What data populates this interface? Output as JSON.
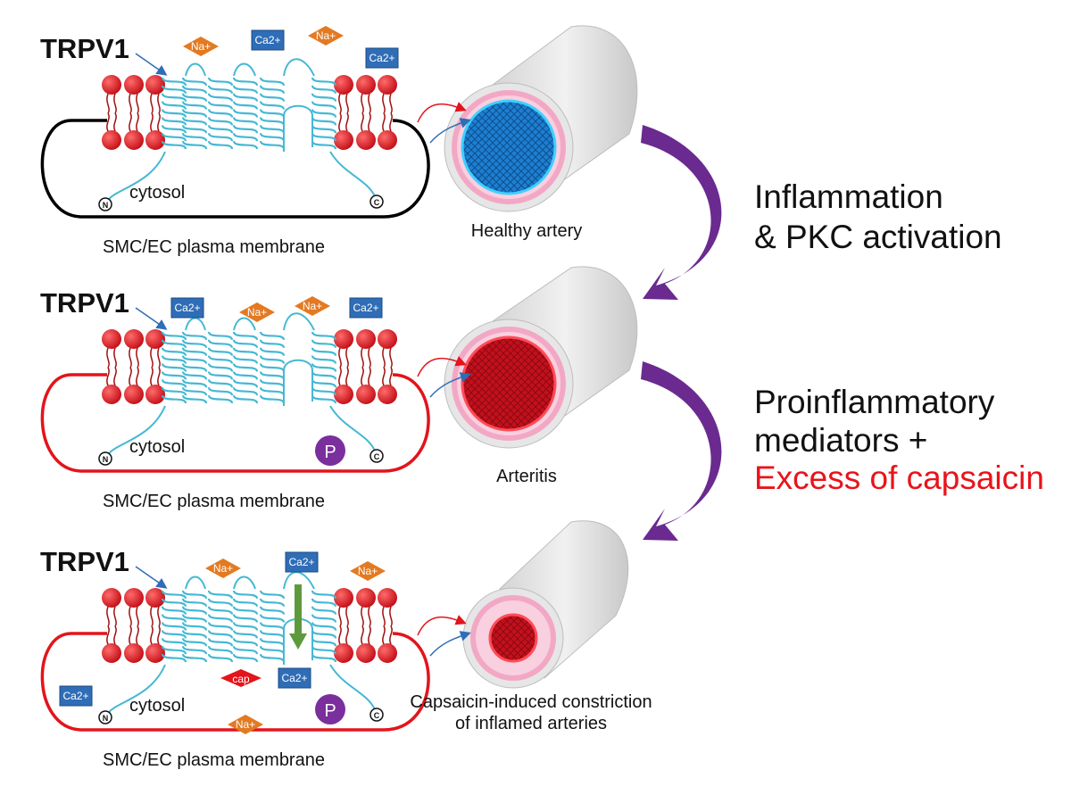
{
  "panels": [
    {
      "protein_label": "TRPV1",
      "compartment_label": "cytosol",
      "membrane_label": "SMC/EC plasma membrane",
      "n_terminus": "N",
      "c_terminus": "C",
      "membrane_color": "#000000",
      "ions": [
        {
          "kind": "Na",
          "text": "Na+"
        },
        {
          "kind": "Ca",
          "text": "Ca2+"
        },
        {
          "kind": "Na",
          "text": "Na+"
        },
        {
          "kind": "Ca",
          "text": "Ca2+"
        }
      ],
      "artery_caption": "Healthy artery"
    },
    {
      "protein_label": "TRPV1",
      "compartment_label": "cytosol",
      "membrane_label": "SMC/EC plasma membrane",
      "n_terminus": "N",
      "c_terminus": "C",
      "phospho_label": "P",
      "membrane_color": "#e3141b",
      "ions": [
        {
          "kind": "Ca",
          "text": "Ca2+"
        },
        {
          "kind": "Na",
          "text": "Na+"
        },
        {
          "kind": "Na",
          "text": "Na+"
        },
        {
          "kind": "Ca",
          "text": "Ca2+"
        }
      ],
      "artery_caption": "Arteritis"
    },
    {
      "protein_label": "TRPV1",
      "compartment_label": "cytosol",
      "membrane_label": "SMC/EC plasma membrane",
      "n_terminus": "N",
      "c_terminus": "C",
      "phospho_label": "P",
      "ligand_label": "cap",
      "membrane_color": "#e3141b",
      "ions": [
        {
          "kind": "Na",
          "text": "Na+"
        },
        {
          "kind": "Ca",
          "text": "Ca2+"
        },
        {
          "kind": "Na",
          "text": "Na+"
        },
        {
          "kind": "Ca",
          "text": "Ca2+"
        },
        {
          "kind": "Ca",
          "text": "Ca2+"
        },
        {
          "kind": "Na",
          "text": "Na+"
        }
      ],
      "artery_caption_line1": "Capsaicin-induced constriction",
      "artery_caption_line2": "of inflamed arteries"
    }
  ],
  "transitions": [
    {
      "line1": "Inflammation",
      "line2": "& PKC activation"
    },
    {
      "line1": "Proinflammatory",
      "line2": "mediators +",
      "line3": "Excess of capsaicin",
      "line3_color": "#e8141b"
    }
  ],
  "colors": {
    "lipid_head": "#e3141b",
    "helix": "#45b8d4",
    "na_ion": "#e37a22",
    "ca_ion": "#2f6db7",
    "arrow_purple": "#6a2a8f",
    "phospho": "#7b2f9c",
    "influx_arrow": "#5e9a3c",
    "healthy_lumen": "#1e7fd1",
    "inflamed_lumen": "#c4101c",
    "intima_pink": "#f2a8c4"
  }
}
